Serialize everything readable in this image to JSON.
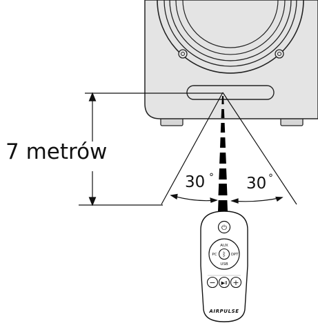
{
  "distance_label": "7 metrów",
  "angle_left": "30",
  "angle_right": "30",
  "degree_symbol": "°",
  "remote": {
    "buttons": {
      "power": "⏻",
      "aux": "AUX",
      "pc": "PC",
      "opt": "OPT",
      "usb": "USB",
      "bluetooth": "ᛒ",
      "minus": "−",
      "play_pause": "▶Ⅱ",
      "plus": "+"
    },
    "brand": "AIRPULSE"
  },
  "colors": {
    "speaker_body": "#e4e4e4",
    "line": "#111111",
    "beam": "#000000"
  }
}
